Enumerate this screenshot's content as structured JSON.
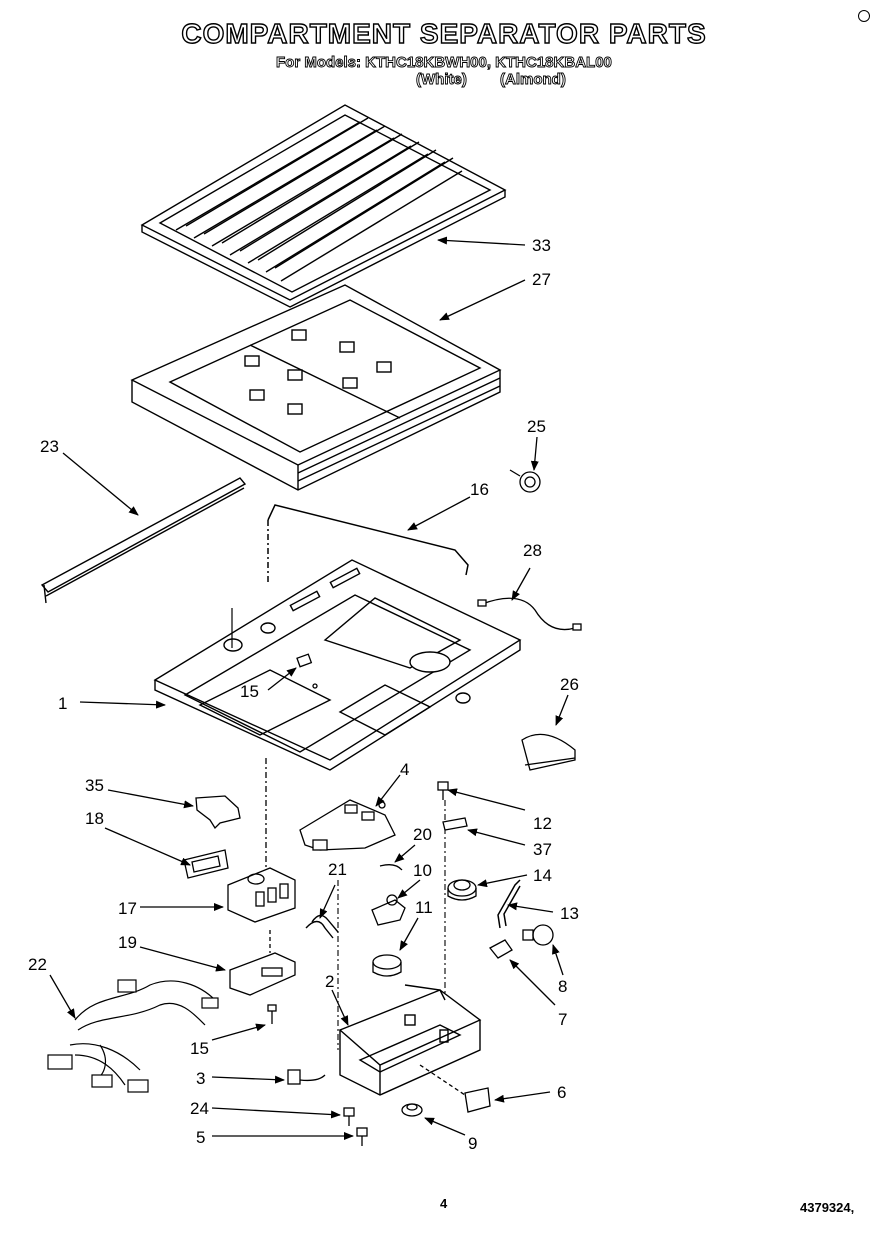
{
  "header": {
    "title": "COMPARTMENT SEPARATOR PARTS",
    "models_line": "For Models: KTHC18KBWH00, KTHC18KBAL00",
    "variant_white": "(White)",
    "variant_almond": "(Almond)"
  },
  "footer": {
    "page_number": "4",
    "doc_number": "4379324,"
  },
  "callouts": {
    "c1": "1",
    "c2": "2",
    "c3": "3",
    "c4": "4",
    "c5": "5",
    "c6": "6",
    "c7": "7",
    "c8": "8",
    "c9": "9",
    "c10": "10",
    "c11": "11",
    "c12": "12",
    "c13": "13",
    "c14": "14",
    "c15a": "15",
    "c15b": "15",
    "c16": "16",
    "c17": "17",
    "c18": "18",
    "c19": "19",
    "c20": "20",
    "c21": "21",
    "c22": "22",
    "c23": "23",
    "c24": "24",
    "c25": "25",
    "c26": "26",
    "c27": "27",
    "c28": "28",
    "c33": "33",
    "c35": "35",
    "c37": "37"
  }
}
